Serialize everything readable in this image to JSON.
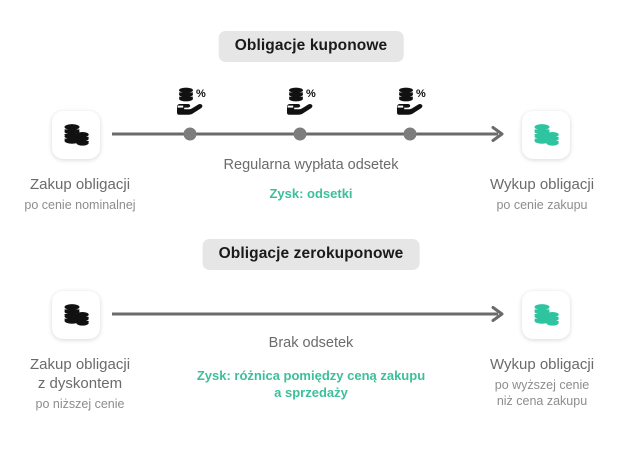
{
  "sections": [
    {
      "badge": "Obligacje kuponowe",
      "left": {
        "icon": "coin-stack-icon",
        "title": "Zakup obligacji",
        "sub": "po cenie nominalnej"
      },
      "right": {
        "icon": "coin-stack-green-icon",
        "title": "Wykup obligacji",
        "sub": "po cenie zakupu"
      },
      "middle": {
        "main": "Regularna wypłata odsetek",
        "gain": "Zysk: odsetki"
      },
      "timeline": {
        "markers": 3,
        "marker_icon": "hand-holding-coins-percent-icon"
      }
    },
    {
      "badge": "Obligacje zerokuponowe",
      "left": {
        "icon": "coin-stack-icon",
        "title": "Zakup obligacji\nz dyskontem",
        "sub": "po niższej cenie"
      },
      "right": {
        "icon": "coin-stack-green-icon",
        "title": "Wykup obligacji",
        "sub": "po wyższej cenie\nniż cena zakupu"
      },
      "middle": {
        "main": "Brak odsetek",
        "gain": "Zysk: różnica pomiędzy ceną zakupu\na sprzedaży"
      },
      "timeline": {
        "markers": 0,
        "marker_icon": ""
      }
    }
  ],
  "colors": {
    "accent_green": "#3cbf9a",
    "icon_green": "#2ec49f",
    "badge_bg": "#e6e6e6",
    "badge_text": "#1a1a1a",
    "title_text": "#6b6b6b",
    "sub_text": "#8d8d8d",
    "line": "#6b6b6b",
    "dot": "#7d7d7d",
    "background": "#ffffff"
  }
}
